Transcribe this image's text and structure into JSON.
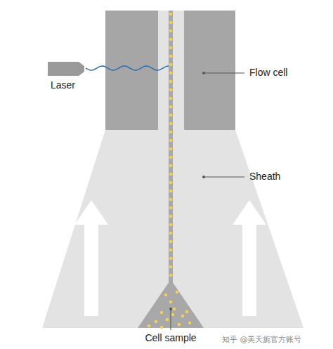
{
  "diagram": {
    "labels": [
      "Laser",
      "Flow cell",
      "Sheath",
      "Cell sample",
      "知乎 @美天旎官方账号"
    ]
  }
}
